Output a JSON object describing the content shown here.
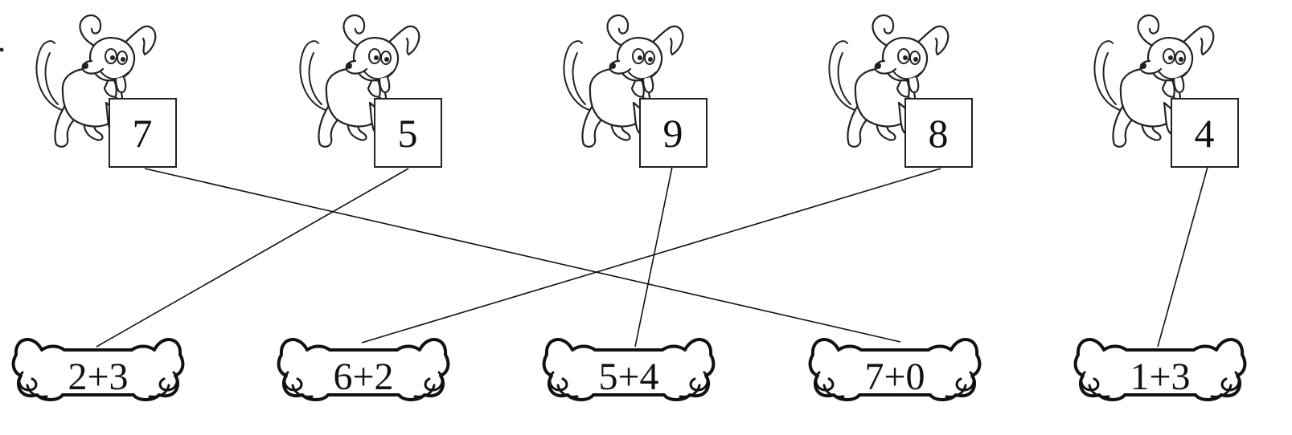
{
  "dogs": [
    {
      "number": "7"
    },
    {
      "number": "5"
    },
    {
      "number": "9"
    },
    {
      "number": "8"
    },
    {
      "number": "4"
    }
  ],
  "bones": [
    {
      "expression": "2+3"
    },
    {
      "expression": "6+2"
    },
    {
      "expression": "5+4"
    },
    {
      "expression": "7+0"
    },
    {
      "expression": "1+3"
    }
  ],
  "matches": [
    {
      "dog": 0,
      "bone": 3
    },
    {
      "dog": 1,
      "bone": 0
    },
    {
      "dog": 2,
      "bone": 2
    },
    {
      "dog": 3,
      "bone": 1
    },
    {
      "dog": 4,
      "bone": 4
    }
  ]
}
